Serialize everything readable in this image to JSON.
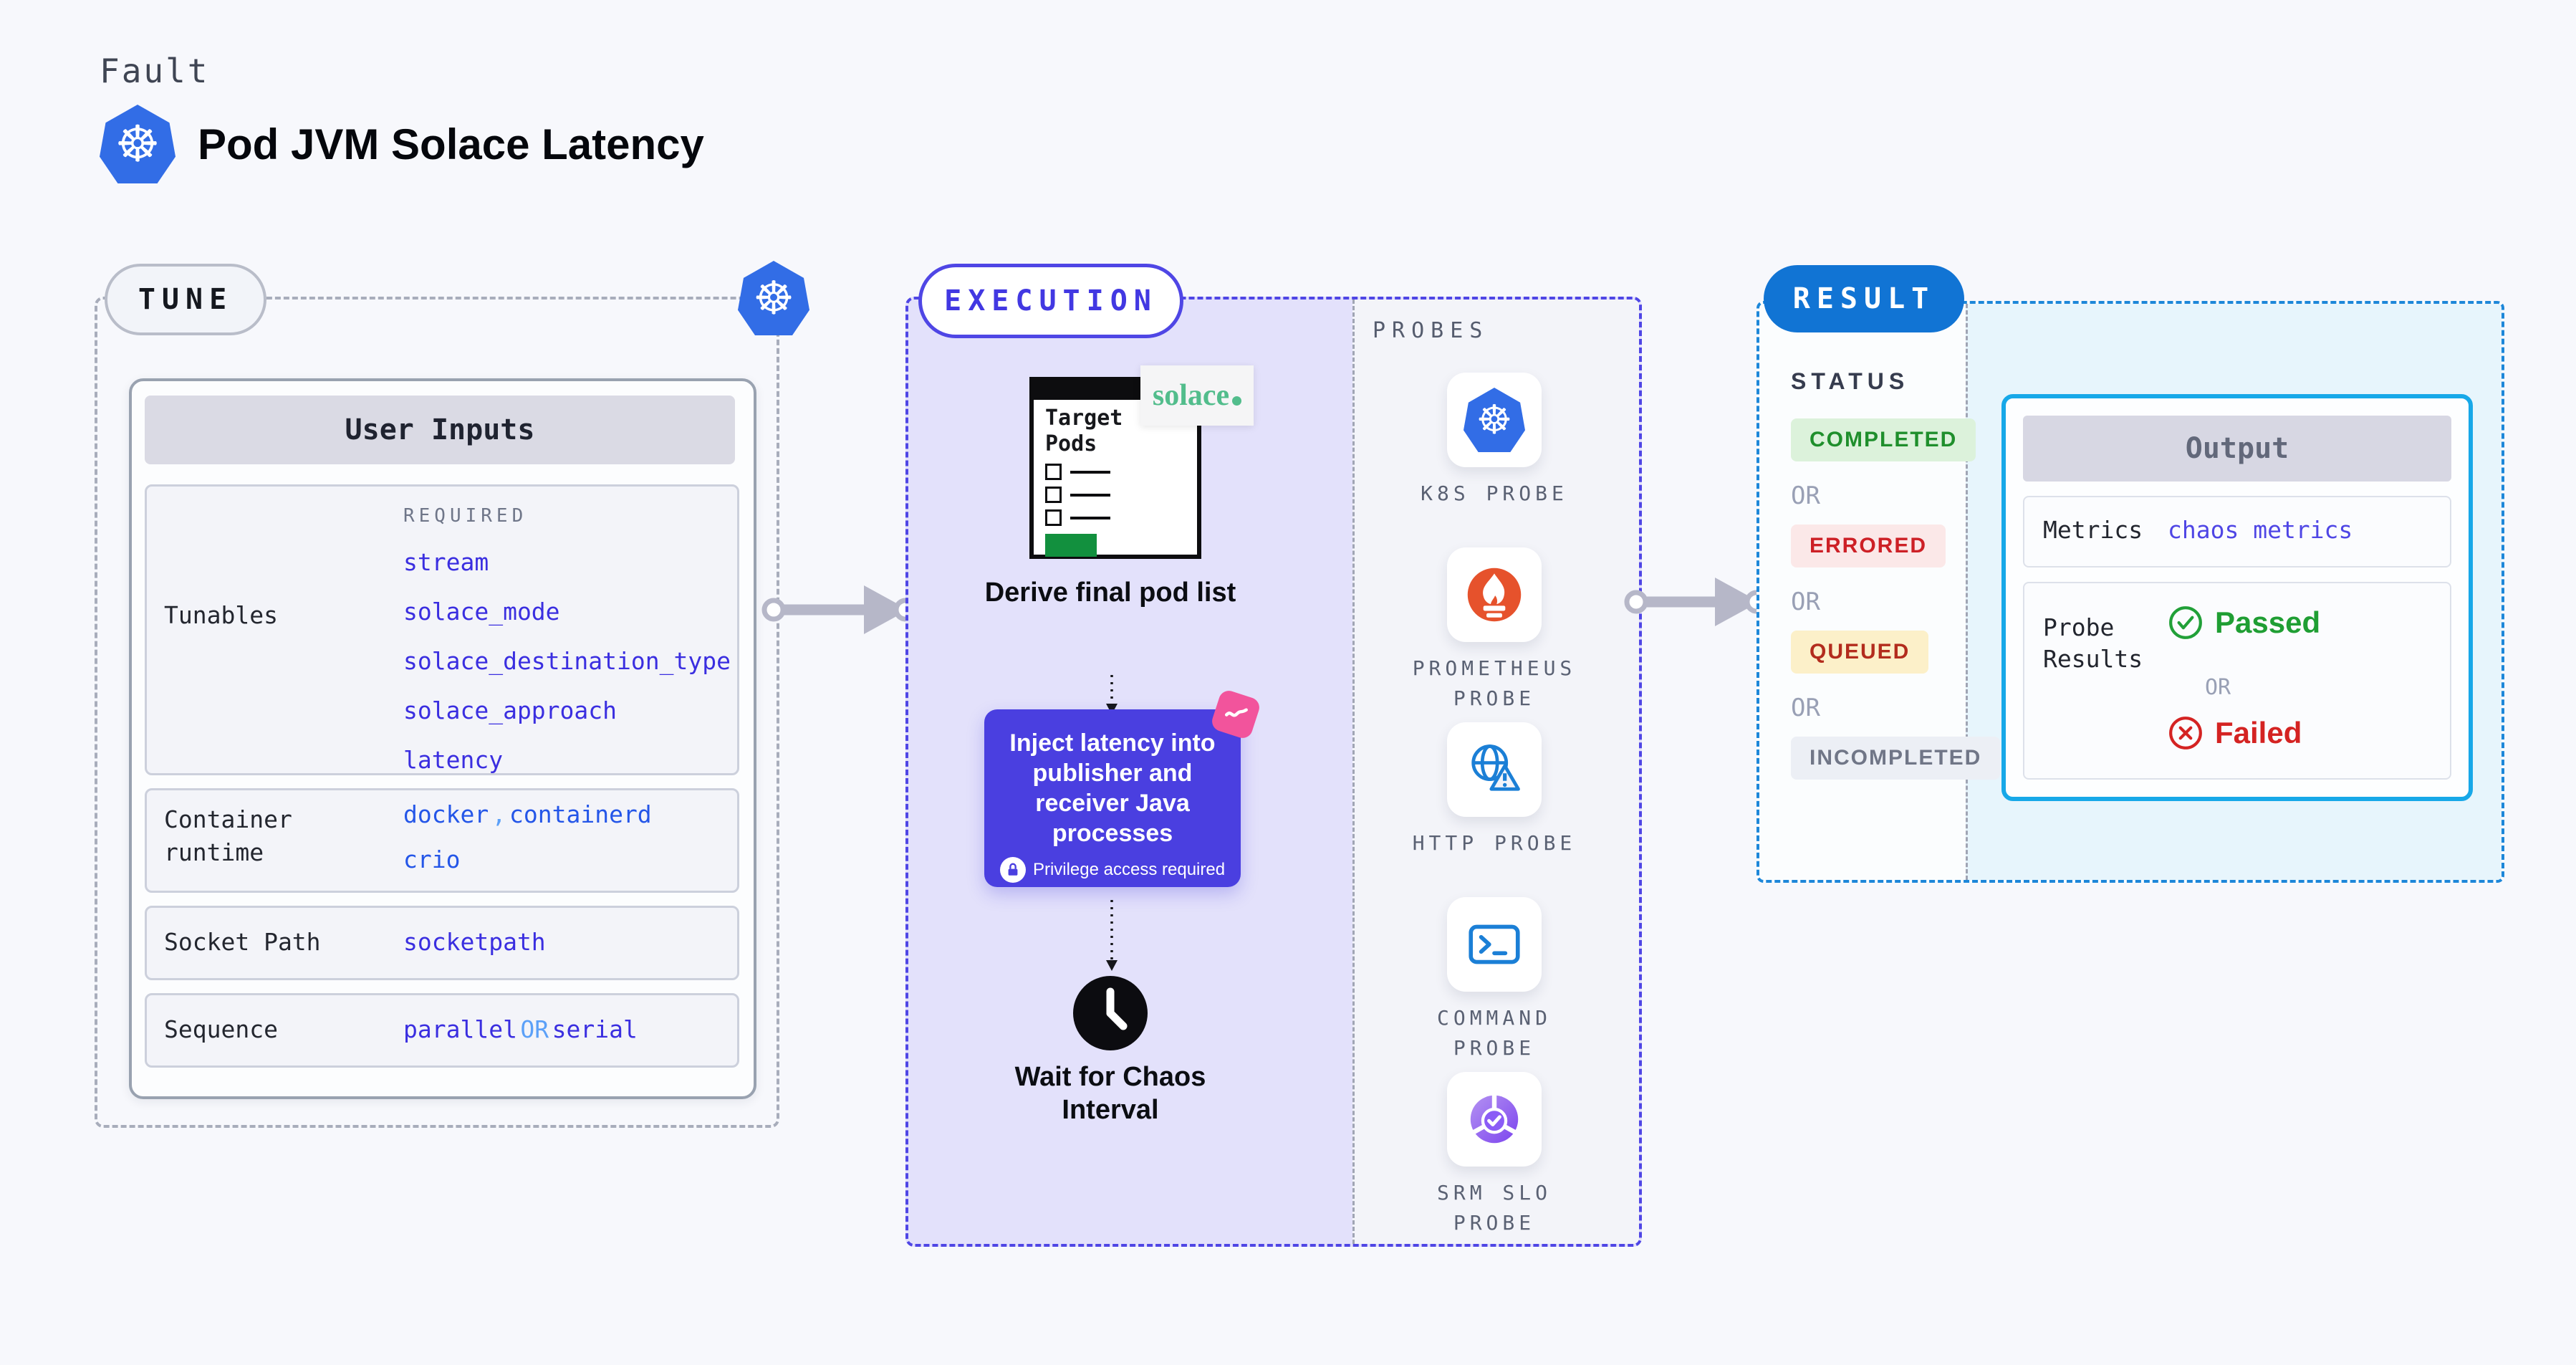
{
  "header": {
    "kicker": "Fault",
    "title": "Pod JVM Solace Latency"
  },
  "tune": {
    "badge": "TUNE",
    "user_inputs": {
      "title": "User Inputs",
      "tunables": {
        "label": "Tunables",
        "required_label": "REQUIRED",
        "values": [
          "stream",
          "solace_mode",
          "solace_destination_type",
          "solace_approach",
          "latency"
        ]
      },
      "container_runtime": {
        "label": "Container runtime",
        "value_a": "docker",
        "separator": ",",
        "value_b": "containerd",
        "value_c": "crio"
      },
      "socket_path": {
        "label": "Socket Path",
        "value": "socketpath"
      },
      "sequence": {
        "label": "Sequence",
        "value_a": "parallel",
        "or": "OR",
        "value_b": "serial"
      }
    }
  },
  "execution": {
    "badge": "EXECUTION",
    "target_pods": {
      "title": "Target Pods",
      "logo_text": "solace"
    },
    "derive_step": "Derive final pod list",
    "inject_step": {
      "text": "Inject latency into publisher and receiver Java processes",
      "note": "Privilege access required"
    },
    "wait_step": "Wait for Chaos Interval"
  },
  "probes": {
    "title": "PROBES",
    "items": [
      {
        "icon": "kubernetes-probe-icon",
        "line1": "K8S PROBE",
        "line2": ""
      },
      {
        "icon": "prometheus-probe-icon",
        "line1": "PROMETHEUS",
        "line2": "PROBE"
      },
      {
        "icon": "http-probe-icon",
        "line1": "HTTP PROBE",
        "line2": ""
      },
      {
        "icon": "command-probe-icon",
        "line1": "COMMAND",
        "line2": "PROBE"
      },
      {
        "icon": "srm-slo-probe-icon",
        "line1": "SRM SLO",
        "line2": "PROBE"
      }
    ]
  },
  "result": {
    "badge": "RESULT",
    "status": {
      "title": "STATUS",
      "or_label": "OR",
      "items": [
        {
          "label": "COMPLETED",
          "text_color": "#1f8f2c",
          "bg_color": "#dcf2db"
        },
        {
          "label": "ERRORED",
          "text_color": "#cd2026",
          "bg_color": "#fbe8e8"
        },
        {
          "label": "QUEUED",
          "text_color": "#b32c1d",
          "bg_color": "#fcf0c9"
        },
        {
          "label": "INCOMPLETED",
          "text_color": "#707687",
          "bg_color": "#eceff5"
        }
      ]
    },
    "output": {
      "title": "Output",
      "metrics": {
        "label": "Metrics",
        "value": "chaos metrics"
      },
      "probe_results": {
        "label": "Probe Results",
        "passed": "Passed",
        "or": "OR",
        "failed": "Failed"
      }
    }
  },
  "colors": {
    "background": "#f7f8fc",
    "execution_fill": "#e3e1fb",
    "execution_border": "#4f46e5",
    "inject_fill": "#4a3fe0",
    "result_border": "#1d87d9",
    "result_fill": "#e7f5fc",
    "output_border": "#17a8e8",
    "kubernetes_blue": "#326de6",
    "prometheus_orange": "#e6522c",
    "solace_green": "#52bd8c",
    "arrow_gray": "#b6b7c8",
    "passed_green": "#1f9e33",
    "failed_red": "#d42322"
  }
}
